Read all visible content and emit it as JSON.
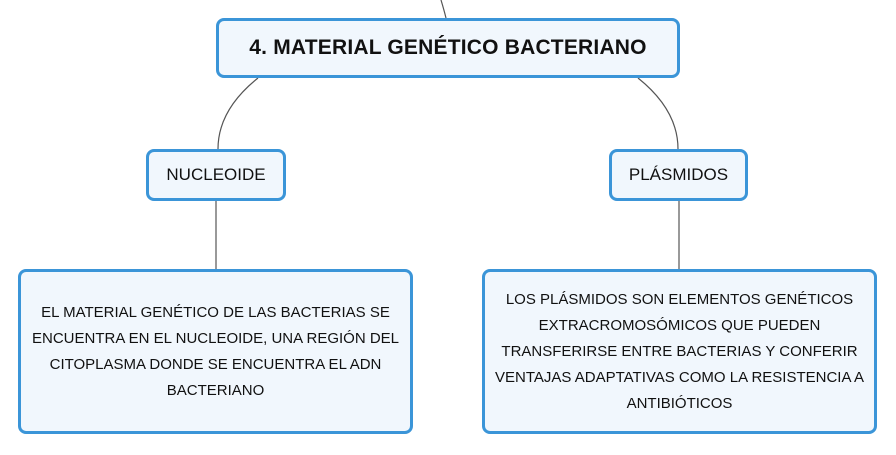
{
  "colors": {
    "node_border": "#3b95d8",
    "node_fill": "#f1f7fd",
    "connector": "#555555",
    "text": "#111111"
  },
  "map": {
    "central_topic": "4. MATERIAL GENÉTICO BACTERIANO",
    "branches": [
      {
        "label": "NUCLEOIDE",
        "description": "EL MATERIAL GENÉTICO DE LAS BACTERIAS SE ENCUENTRA EN EL NUCLEOIDE, UNA REGIÓN DEL CITOPLASMA DONDE SE ENCUENTRA EL ADN BACTERIANO"
      },
      {
        "label": "PLÁSMIDOS",
        "description": "LOS PLÁSMIDOS SON ELEMENTOS GENÉTICOS EXTRACROMOSÓMICOS QUE PUEDEN TRANSFERIRSE ENTRE BACTERIAS Y CONFERIR VENTAJAS ADAPTATIVAS COMO LA RESISTENCIA A ANTIBIÓTICOS"
      }
    ]
  }
}
